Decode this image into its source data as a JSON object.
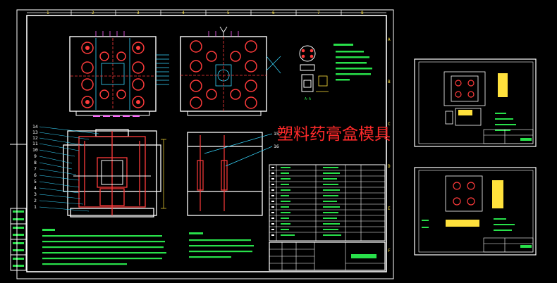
{
  "drawing": {
    "title": "塑料药膏盒模具",
    "section_a_label": "A-A",
    "callouts_left": [
      "14",
      "13",
      "12",
      "11",
      "10",
      "9",
      "8",
      "7",
      "6",
      "5",
      "4",
      "3",
      "2",
      "1"
    ],
    "callouts_right": [
      "15",
      "16"
    ],
    "zone_numbers_top": [
      "1",
      "2",
      "3",
      "4",
      "5",
      "6",
      "7",
      "8"
    ],
    "zone_letters_side": [
      "A",
      "B",
      "C",
      "D",
      "E",
      "F"
    ]
  },
  "colors": {
    "background": "#000000",
    "frame": "#ffffff",
    "part": "#ff3b3b",
    "leader": "#37d7ff",
    "note": "#28e04a",
    "title": "#ff2a2a",
    "accent_yellow": "#ffe13c",
    "dim": "#ff66ff"
  }
}
